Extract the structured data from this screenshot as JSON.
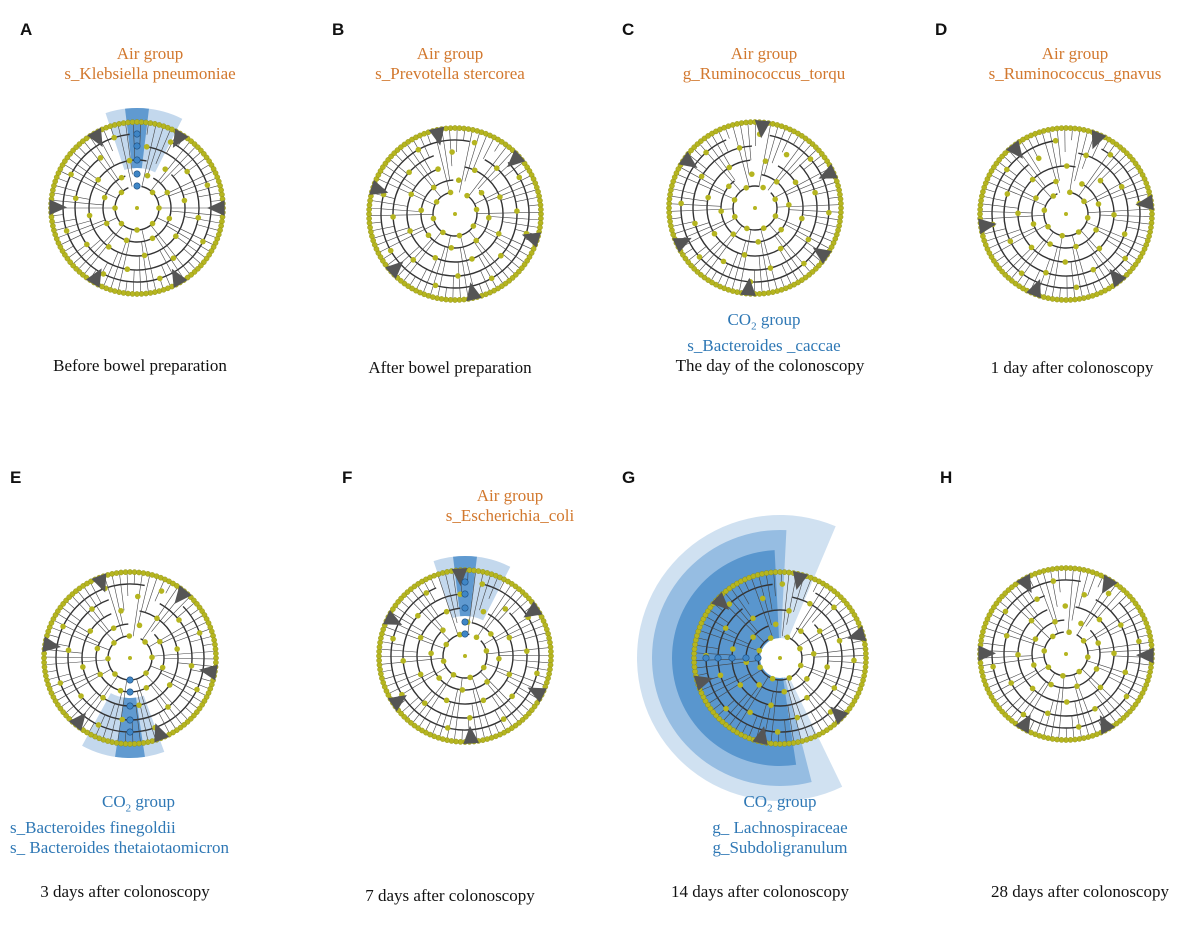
{
  "panels": [
    {
      "letter": "A",
      "air": [
        "Air group",
        "s_Klebsiella pneumoniae"
      ],
      "co2": [],
      "caption": "Before bowel preparation"
    },
    {
      "letter": "B",
      "air": [
        "Air group",
        "s_Prevotella stercorea"
      ],
      "co2": [],
      "caption": "After  bowel preparation"
    },
    {
      "letter": "C",
      "air": [
        "Air group",
        "g_Ruminococcus_torqu"
      ],
      "co2": [
        "s_Bacteroides _caccae"
      ],
      "caption": "The day of the colonoscopy"
    },
    {
      "letter": "D",
      "air": [
        "Air group",
        "s_Ruminococcus_gnavus"
      ],
      "co2": [],
      "caption": "1 day after colonoscopy"
    },
    {
      "letter": "E",
      "air": [],
      "co2": [
        "s_Bacteroides finegoldii",
        "s_ Bacteroides thetaiotaomicron"
      ],
      "caption": "3 days after colonoscopy"
    },
    {
      "letter": "F",
      "air": [
        "Air group",
        "s_Escherichia_coli"
      ],
      "co2": [],
      "caption": "7 days after colonoscopy"
    },
    {
      "letter": "G",
      "air": [],
      "co2": [
        "g_ Lachnospiraceae",
        "g_Subdoligranulum"
      ],
      "caption": "14 days after colonoscopy"
    },
    {
      "letter": "H",
      "air": [],
      "co2": [],
      "caption": "28 days after colonoscopy"
    }
  ],
  "co2_group_label": "CO",
  "co2_group_sub": "2",
  "co2_group_suffix": " group",
  "colors": {
    "air": "#d2782e",
    "co2": "#2f78b5",
    "node": "#b5b520",
    "highlight": "#3f86c6"
  }
}
